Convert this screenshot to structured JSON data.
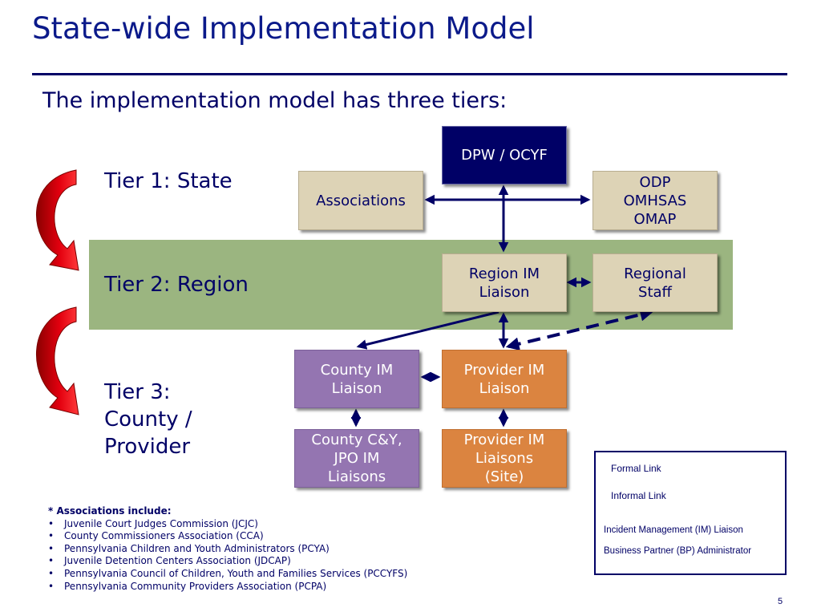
{
  "title": "State-wide Implementation Model",
  "subtitle": "The implementation model has three tiers:",
  "tiers": {
    "tier1": "Tier 1: State",
    "tier2": "Tier 2: Region",
    "tier3_lines": [
      "Tier 3:",
      "County /",
      "Provider"
    ]
  },
  "boxes": {
    "dpw_ocyf": [
      "DPW / OCYF"
    ],
    "associations": [
      "Associations"
    ],
    "odp_omhsas_omap": [
      "ODP",
      "OMHSAS",
      "OMAP"
    ],
    "region_im_liaison": [
      "Region IM",
      "Liaison"
    ],
    "regional_staff": [
      "Regional",
      "Staff"
    ],
    "county_im_liaison": [
      "County IM",
      "Liaison"
    ],
    "provider_im_liaison": [
      "Provider IM",
      "Liaison"
    ],
    "county_cy_jpo": [
      "County C&Y,",
      "JPO IM",
      "Liaisons"
    ],
    "provider_im_liaisons_site": [
      "Provider IM",
      "Liaisons",
      "(Site)"
    ]
  },
  "legend": {
    "formal_link": "Formal Link",
    "informal_link": "Informal Link",
    "im_definition": "Incident Management (IM) Liaison",
    "bp_definition": "Business Partner (BP) Administrator"
  },
  "notes": {
    "header": "* Associations include:",
    "items": [
      "Juvenile Court Judges Commission (JCJC)",
      "County Commissioners Association (CCA)",
      "Pennsylvania Children and Youth Administrators (PCYA)",
      "Juvenile Detention Centers Association (JDCAP)",
      "Pennsylvania Council of Children, Youth and Families Services (PCCYFS)",
      "Pennsylvania Community Providers Association (PCPA)"
    ]
  },
  "page_number": "5",
  "colors": {
    "navy": "#000066",
    "tier2_band": "#9bb580",
    "tan": "#ddd3b6",
    "purple": "#9475b1",
    "orange": "#db8440",
    "curved_arrow": "#e3000f"
  }
}
